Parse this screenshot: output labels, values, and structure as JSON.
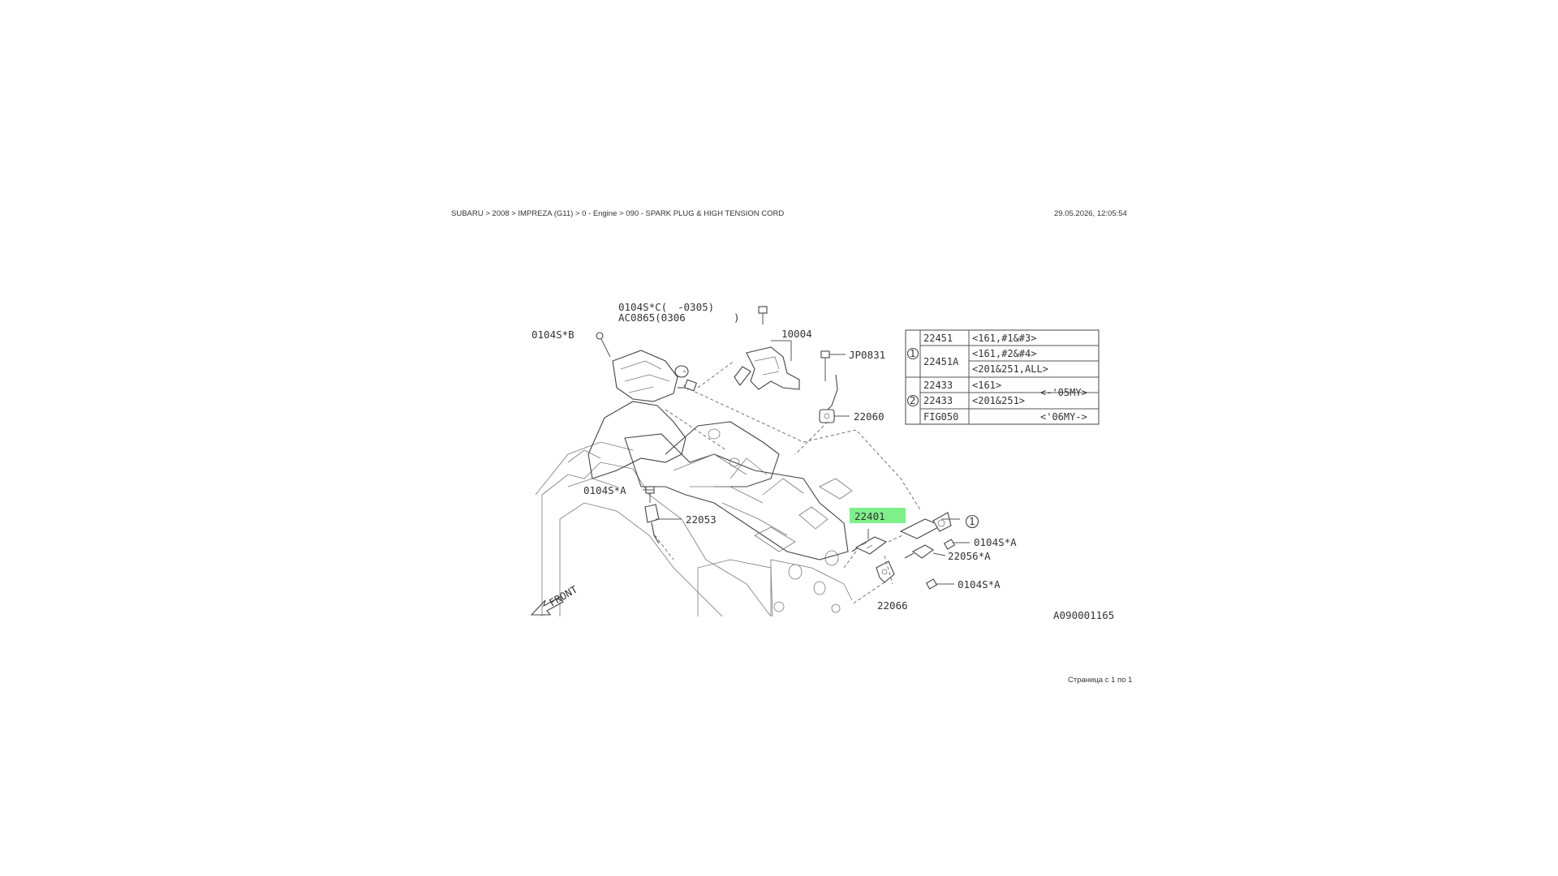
{
  "header": {
    "breadcrumb": "SUBARU > 2008 > IMPREZA (G11) > 0 - Engine > 090 - SPARK PLUG & HIGH TENSION CORD",
    "timestamp": "29.05.2026, 12:05:54"
  },
  "footer": {
    "pager": "Страница с 1 по 1"
  },
  "diagram": {
    "figure_code": "A090001165",
    "front_label": "FRONT",
    "highlight_color": "#7ef08a",
    "callouts": {
      "c_0104s_c": "0104S*C(",
      "c_0305": "-0305)",
      "c_ac0865": "AC0865(0306",
      "c_ac0865_end": ")",
      "c_0104s_b": "0104S*B",
      "c_10004": "10004",
      "c_jp0831": "JP0831",
      "c_22060": "22060",
      "c_0104s_a_left": "0104S*A",
      "c_22053": "22053",
      "c_22401": "22401",
      "c_0104s_a_right1": "0104S*A",
      "c_22056": "22056*A",
      "c_0104s_a_right2": "0104S*A",
      "c_22066": "22066",
      "marker_1": "1"
    },
    "legend_table": {
      "rows": [
        {
          "marker": "1",
          "part": "22451",
          "note": "<161,#1&#3>",
          "year": ""
        },
        {
          "marker": "",
          "part": "22451A",
          "note": "<161,#2&#4>",
          "year": ""
        },
        {
          "marker": "",
          "part": "",
          "note": "<201&251,ALL>",
          "year": ""
        },
        {
          "marker": "2",
          "part": "22433",
          "note": "<161>",
          "year": "<-'05MY>"
        },
        {
          "marker": "",
          "part": "22433",
          "note": "<201&251>",
          "year": ""
        },
        {
          "marker": "",
          "part": "FIG050",
          "note": "",
          "year": "<'06MY->"
        }
      ]
    }
  }
}
